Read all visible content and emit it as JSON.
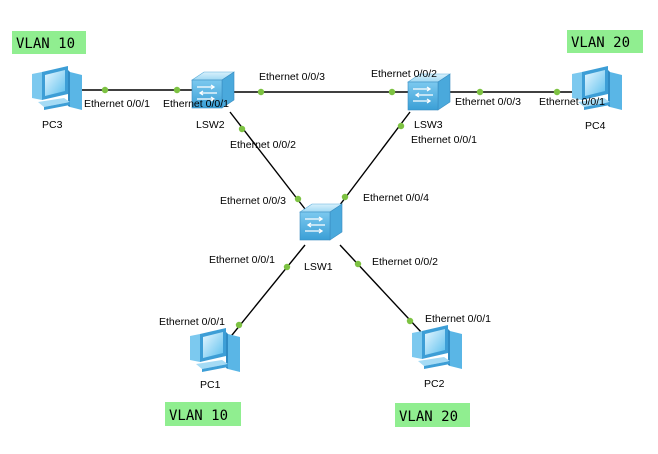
{
  "vlan_tags": {
    "pc3": "VLAN 10",
    "pc4": "VLAN 20",
    "pc1": "VLAN 10",
    "pc2": "VLAN 20"
  },
  "devices": {
    "pc3": "PC3",
    "pc4": "PC4",
    "pc1": "PC1",
    "pc2": "PC2",
    "lsw1": "LSW1",
    "lsw2": "LSW2",
    "lsw3": "LSW3"
  },
  "links": {
    "pc3_lsw2": {
      "a": "Ethernet 0/0/1",
      "b": "Ethernet 0/0/1"
    },
    "lsw2_lsw3": {
      "a": "Ethernet 0/0/3",
      "b": "Ethernet 0/0/2"
    },
    "lsw3_pc4": {
      "a": "Ethernet 0/0/3",
      "b": "Ethernet 0/0/1"
    },
    "lsw2_lsw1": {
      "a": "Ethernet 0/0/2",
      "b": "Ethernet 0/0/3"
    },
    "lsw3_lsw1": {
      "a": "Ethernet 0/0/1",
      "b": "Ethernet 0/0/4"
    },
    "lsw1_pc1": {
      "a": "Ethernet 0/0/1",
      "b": "Ethernet 0/0/1"
    },
    "lsw1_pc2": {
      "a": "Ethernet 0/0/2",
      "b": "Ethernet 0/0/1"
    }
  },
  "colors": {
    "vlan_tag_bg": "#90ee90",
    "port_dot": "#7dc242",
    "link": "#000000",
    "device_blue": "#4fb3e8"
  },
  "icons": {
    "pc": "pc-icon",
    "switch": "switch-icon"
  }
}
